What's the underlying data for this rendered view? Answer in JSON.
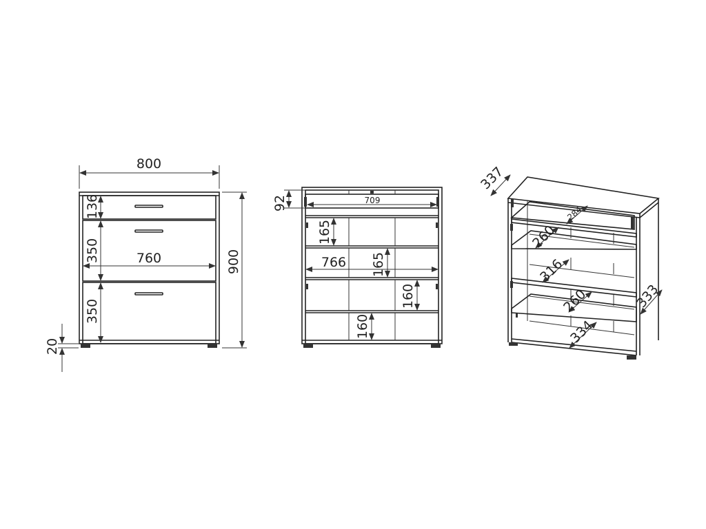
{
  "front": {
    "width": "800",
    "height": "900",
    "top_drawer": "136",
    "mid_drawer": "350",
    "bottom_drawer": "350",
    "inner_width": "760",
    "foot": "20"
  },
  "open": {
    "top_gap": "92",
    "drawer_width": "709",
    "inner_width": "766",
    "shelf_a": "165",
    "shelf_b": "165",
    "shelf_c": "160",
    "shelf_d": "160"
  },
  "iso": {
    "depth_top": "337",
    "drawer_depth": "284",
    "shelf_depth_a": "260",
    "height_316": "316",
    "shelf_depth_b": "260",
    "bottom_depth": "334",
    "side_depth": "333"
  }
}
